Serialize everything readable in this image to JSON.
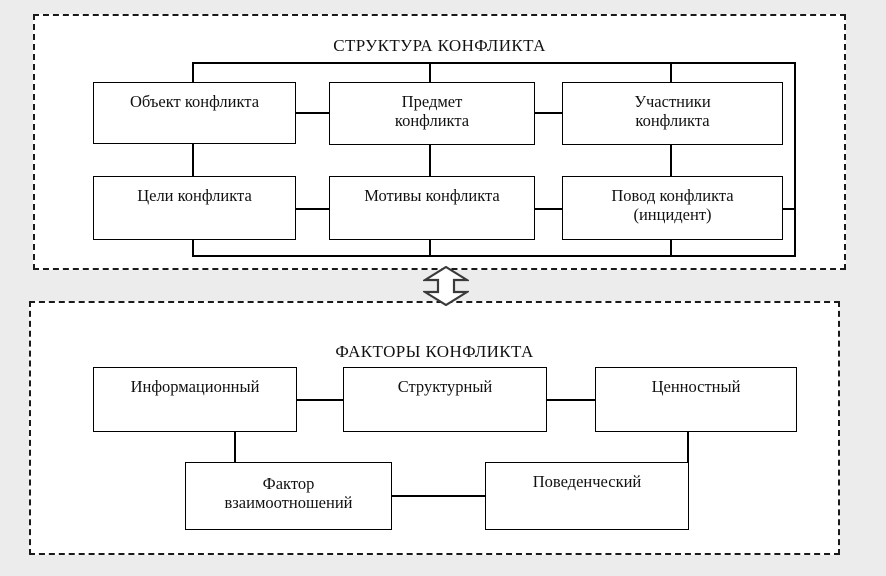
{
  "diagram": {
    "title_structure": "СТРУКТУРА КОНФЛИКТА",
    "title_factors": "ФАКТОРЫ КОНФЛИКТА",
    "connector_icon": "double-headed-vertical-arrow",
    "colors": {
      "page_background": "#ececec",
      "panel_background": "#ffffff",
      "border": "#000000",
      "dashed_border": "#1a1a1a",
      "text": "#111111"
    }
  },
  "structure": {
    "label": "СТРУКТУРА КОНФЛИКТА",
    "row1": [
      {
        "label": "Объект конфликта"
      },
      {
        "label": "Предмет\nконфликта",
        "line1": "Предмет",
        "line2": "конфликта"
      },
      {
        "label": "Участники\nконфликта",
        "line1": "Участники",
        "line2": "конфликта"
      }
    ],
    "row2": [
      {
        "label": "Цели конфликта"
      },
      {
        "label": "Мотивы конфликта"
      },
      {
        "label": "Повод конфликта\n(инцидент)",
        "line1": "Повод конфликта",
        "line2": "(инцидент)"
      }
    ]
  },
  "factors": {
    "label": "ФАКТОРЫ КОНФЛИКТА",
    "row1": [
      {
        "label": "Информационный"
      },
      {
        "label": "Структурный"
      },
      {
        "label": "Ценностный"
      }
    ],
    "row2": [
      {
        "label": "Фактор\nвзаимоотношений",
        "line1": "Фактор",
        "line2": "взаимоотношений"
      },
      {
        "label": "Поведенческий"
      }
    ]
  }
}
